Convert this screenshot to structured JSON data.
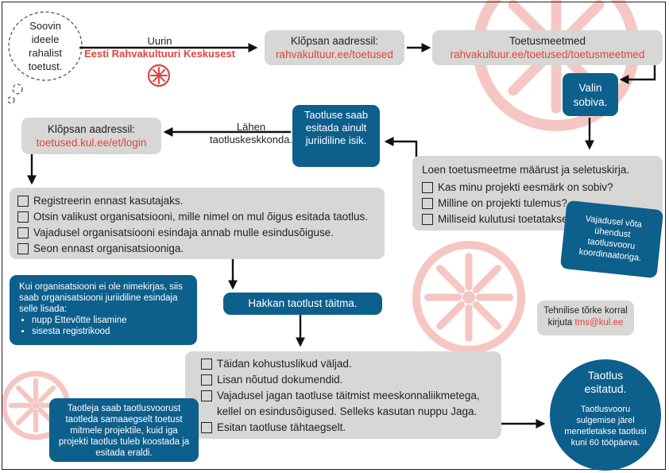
{
  "colors": {
    "accent": "#e0443e",
    "primary": "#0d5f8c",
    "box_grey": "#d7d7d5",
    "wheel_pink": "#f5c6c3"
  },
  "icons": {
    "wheel": "wheel-icon",
    "thought": "thought-bubble"
  },
  "thought_bubble": {
    "lines": [
      "Soovin",
      "ideele",
      "rahalist",
      "toetust."
    ]
  },
  "research": {
    "label": "Uurin",
    "org": "Eesti Rahvakultuuri Keskusest"
  },
  "step_address1": {
    "label": "Klõpsan aadressil:",
    "link": "rahvakultuur.ee/toetused"
  },
  "step_measures": {
    "label": "Toetusmeetmed",
    "link": "rahvakultuur.ee/toetused/toetusmeetmed"
  },
  "step_choose": {
    "label": "Valin sobiva."
  },
  "step_read": {
    "title": "Loen toetusmeetme määrust ja seletuskirja.",
    "items": [
      "Kas minu projekti eesmärk on sobiv?",
      "Milline on projekti tulemus?",
      "Milliseid kulutusi toetatakse?"
    ]
  },
  "contact_coordinator": {
    "text": "Vajadusel võta ühendust taotlusvooru koordinaatoriga."
  },
  "legal_only": {
    "text": "Taotluse saab esitada ainult juriidiline isik."
  },
  "go_env": {
    "text": "Lähen taotluskeskkonda."
  },
  "step_address2": {
    "label": "Klõpsan aadressil:",
    "link": "toetused.kul.ee/et/login"
  },
  "step_register": {
    "items": [
      "Registreerin ennast kasutajaks.",
      "Otsin valikust organisatsiooni, mille nimel on mul õigus esitada taotlus.",
      "Vajadusel organisatsiooni esindaja annab mulle esindusõiguse.",
      "Seon ennast organisatsiooniga."
    ]
  },
  "org_note": {
    "text": "Kui organisatsiooni ei ole nimekirjas, siis saab organisatsiooni juriidiline esindaja selle lisada:",
    "bullets": [
      "nupp Ettevõtte lisamine",
      "sisesta registrikood"
    ]
  },
  "start_fill": {
    "label": "Hakkan taotlust täitma."
  },
  "tech_error": {
    "line1": "Tehnilise tõrke korral",
    "prefix": "kirjuta",
    "email": "tms@kul.ee"
  },
  "fill_steps": {
    "items": [
      "Täidan kohustuslikud väljad.",
      "Lisan nõutud dokumendid.",
      "Vajadusel jagan taotluse täitmist meeskonnaliikmetega, kellel on esindusõigused. Selleks kasutan nuppu Jaga.",
      "Esitan taotluse tähtaegselt."
    ]
  },
  "multi_project": {
    "text": "Taotleja saab taotlusvoorust taotleda samaaegselt toetust mitmele projektile, kuid iga projekti taotlus tuleb koostada ja esitada eraldi."
  },
  "submitted": {
    "title": "Taotlus esitatud.",
    "text": "Taotlusvooru sulgemise järel menetletakse taotlusi kuni 60 tööpäeva."
  }
}
